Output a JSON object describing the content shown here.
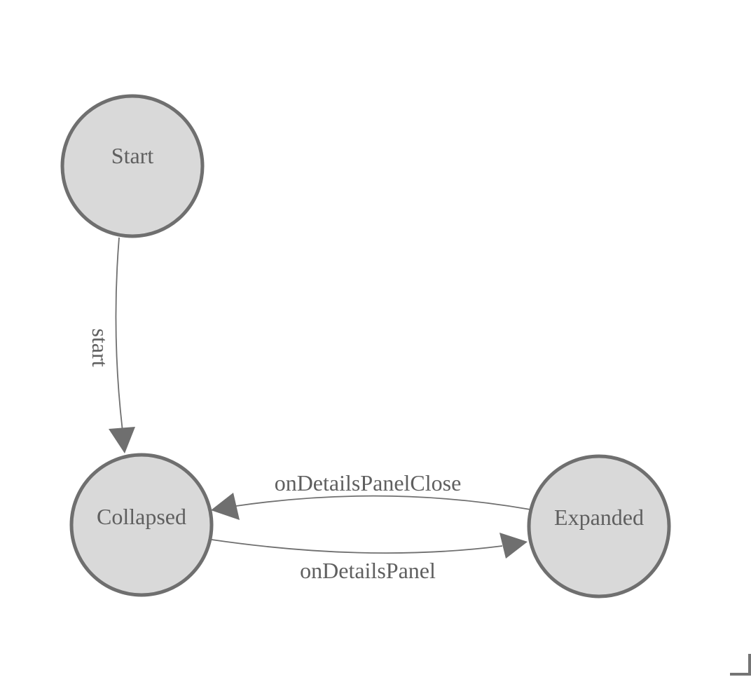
{
  "diagram": {
    "type": "state-machine",
    "nodes": [
      {
        "id": "start",
        "label": "Start"
      },
      {
        "id": "collapsed",
        "label": "Collapsed"
      },
      {
        "id": "expanded",
        "label": "Expanded"
      }
    ],
    "edges": [
      {
        "from": "Start",
        "to": "Collapsed",
        "label": "start"
      },
      {
        "from": "Expanded",
        "to": "Collapsed",
        "label": "onDetailsPanelClose"
      },
      {
        "from": "Collapsed",
        "to": "Expanded",
        "label": "onDetailsPanel"
      }
    ],
    "colors": {
      "background": "#ffffff",
      "node_fill": "#d9d9d9",
      "node_stroke": "#6f6f6f",
      "edge_stroke": "#6f6f6f",
      "arrow_fill": "#6f6f6f",
      "label_text": "#5f5f5f",
      "resize_handle": "#757575"
    },
    "icons": {
      "arrowhead_icon": "filled-triangle-arrow",
      "resize_corner_icon": "corner-bracket"
    }
  }
}
